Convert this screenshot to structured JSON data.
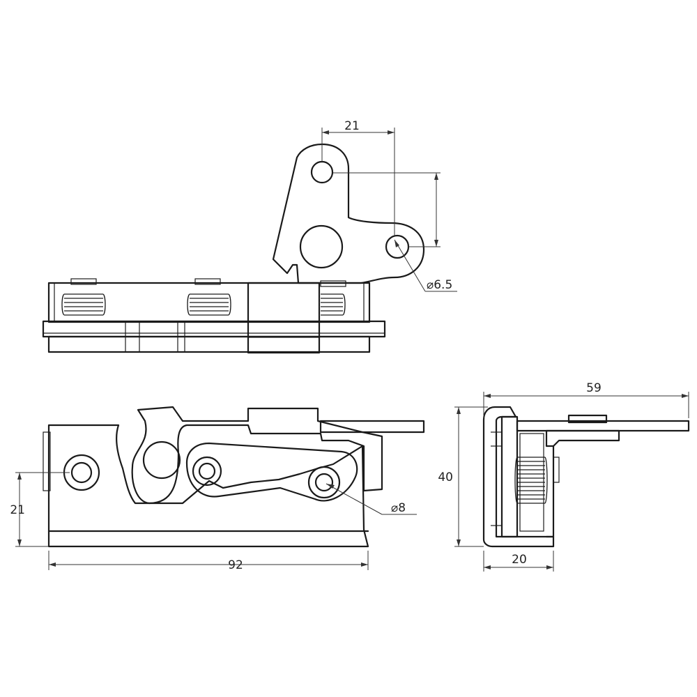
{
  "labels": {
    "dim_top_width": "21",
    "dia_small": "⌀6.5",
    "dim_front_height": "21",
    "dim_front_width": "92",
    "dia_large": "⌀8",
    "dim_side_width": "59",
    "dim_side_height": "40",
    "dim_side_depth": "20"
  }
}
